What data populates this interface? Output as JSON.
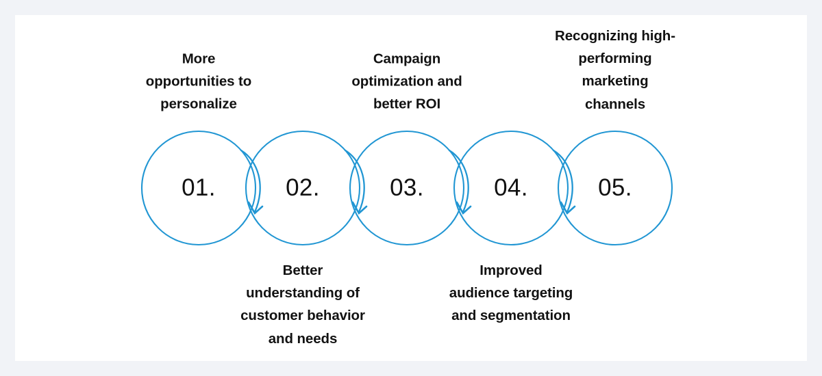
{
  "canvas": {
    "background_color": "#f1f3f7",
    "card_color": "#ffffff",
    "accent_color": "#2196d3",
    "text_color": "#121212"
  },
  "diagram": {
    "type": "cycle-chain",
    "title": "",
    "step_count": 5,
    "steps": [
      {
        "number": "01.",
        "caption": "More\nopportunities to\npersonalize",
        "caption_position": "above",
        "caption_lines": [
          "More",
          "opportunities to",
          "personalize"
        ]
      },
      {
        "number": "02.",
        "caption": "Better\nunderstanding of\ncustomer behavior\nand needs",
        "caption_position": "below",
        "caption_lines": [
          "Better",
          "understanding of",
          "customer behavior",
          "and needs"
        ]
      },
      {
        "number": "03.",
        "caption": "Campaign\noptimization and\nbetter ROI",
        "caption_position": "above",
        "caption_lines": [
          "Campaign",
          "optimization and",
          "better ROI"
        ]
      },
      {
        "number": "04.",
        "caption": "Improved\naudience targeting\nand segmentation",
        "caption_position": "below",
        "caption_lines": [
          "Improved",
          "audience targeting",
          "and segmentation"
        ]
      },
      {
        "number": "05.",
        "caption": "Recognizing high-\nperforming\nmarketing\nchannels",
        "caption_position": "above",
        "caption_lines": [
          "Recognizing high-",
          "performing",
          "marketing",
          "channels"
        ]
      }
    ],
    "connectors": [
      {
        "from": "01.",
        "to": "02.",
        "icon": "curved-down-arrow"
      },
      {
        "from": "02.",
        "to": "03.",
        "icon": "curved-down-arrow"
      },
      {
        "from": "03.",
        "to": "04.",
        "icon": "curved-down-arrow"
      },
      {
        "from": "04.",
        "to": "05.",
        "icon": "curved-down-arrow"
      }
    ]
  }
}
